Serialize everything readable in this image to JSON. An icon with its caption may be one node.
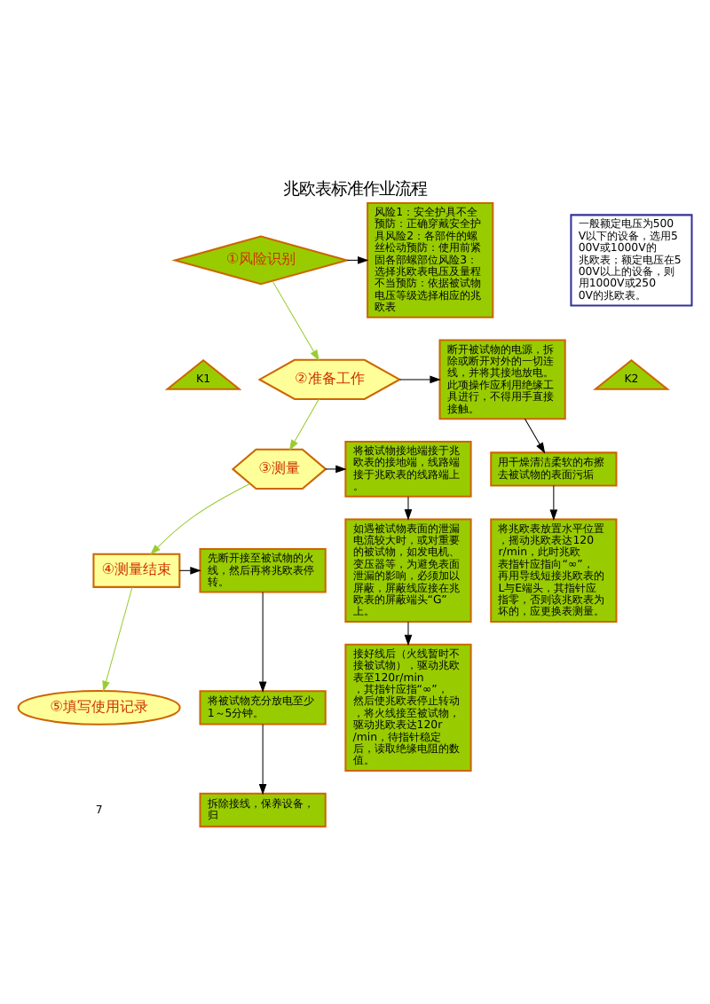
{
  "diagram": {
    "title": "兆欧表标准作业流程",
    "nodes": [
      {
        "text": [
          "①风险识别"
        ]
      },
      {
        "text": [
          "风险1：安全护具不全预防：正确穿戴安全护具风险2：各部件的螺丝松动预防：使用前紧固各部螺部位风险3：选择兆欧表电压及量程不当预防：依据被试物电压等级选择相应的兆欧表"
        ]
      },
      {
        "text": [
          "K1"
        ]
      },
      {
        "text": [
          "一般额定电压为500V以下的设备，选用500V或1000V的兆欧表；额定电压在500V以上的设备，则用1000V或2500V的兆欧表。"
        ]
      },
      {
        "text": [
          "K2"
        ]
      },
      {
        "text": [
          "②准备工作"
        ]
      },
      {
        "text": [
          "断开被试物的电源，拆除或断开对外的一切连线，并将其接地放电。此项操作应利用绝缘工具进行，不得用手直接接触。"
        ]
      },
      {
        "text": [
          "用干燥清洁柔软的布擦去被试物的表面污垢"
        ]
      },
      {
        "text": [
          "将兆欧表放置水平位置，摇动兆欧表达120r/min，此时兆欧表指针应指向“∞”，再用导线短接兆欧表的L与E端头，其指针应指零，否则该兆欧表为坏的，应更换表测量。"
        ]
      },
      {
        "text": [
          "③测量"
        ]
      },
      {
        "text": [
          "将被试物接地端接于兆欧表的接地端，线路端接于兆欧表的线路端上。"
        ]
      },
      {
        "text": [
          "如遇被试物表面的泄漏电流较大时，或对重要的被试物，如发电机、变压器等，为避免表面泄漏的影响，必须加以屏蔽，屏蔽线应接在兆欧表的屏蔽端头“G”上。"
        ]
      },
      {
        "text": [
          "接好线后（火线暂时不接被试物），驱动兆欧表至120r/min，其指针应指“∞”，然后使兆欧表停止转动，将火线接至被试物，驱动兆欧表达120r/min，待指针稳定后，读取绝缘电阻的数值。"
        ]
      },
      {
        "text": [
          "④测量结束"
        ]
      },
      {
        "text": [
          "先断开接至被试物的火线，然后再将兆欧表停转。"
        ]
      },
      {
        "text": [
          "将被试物充分放电至少1～5分钟。"
        ]
      },
      {
        "text": [
          "拆除接线，保养设备，归"
        ]
      },
      {
        "text": [
          "⑤填写使用记录"
        ]
      }
    ],
    "edges": [
      {
        "from": 0,
        "to": 1,
        "arrow": "to"
      },
      {
        "from": 0,
        "to": 5,
        "arrow": "to",
        "color": "#99cc33"
      },
      {
        "from": 5,
        "to": 6,
        "arrow": "to"
      },
      {
        "from": 6,
        "to": 7,
        "arrow": "to"
      },
      {
        "from": 7,
        "to": 8,
        "arrow": "to"
      },
      {
        "from": 5,
        "to": 9,
        "arrow": "to",
        "color": "#99cc33"
      },
      {
        "from": 9,
        "to": 10,
        "arrow": "to"
      },
      {
        "from": 10,
        "to": 11,
        "arrow": "to"
      },
      {
        "from": 11,
        "to": 12,
        "arrow": "to"
      },
      {
        "from": 9,
        "to": 13,
        "arrow": "to",
        "color": "#99cc33"
      },
      {
        "from": 13,
        "to": 14,
        "arrow": "to"
      },
      {
        "from": 14,
        "to": 15,
        "arrow": "to"
      },
      {
        "from": 15,
        "to": 16,
        "arrow": "to"
      },
      {
        "from": 13,
        "to": 17,
        "arrow": "to",
        "color": "#99cc33"
      }
    ],
    "labels": [
      "7"
    ]
  }
}
